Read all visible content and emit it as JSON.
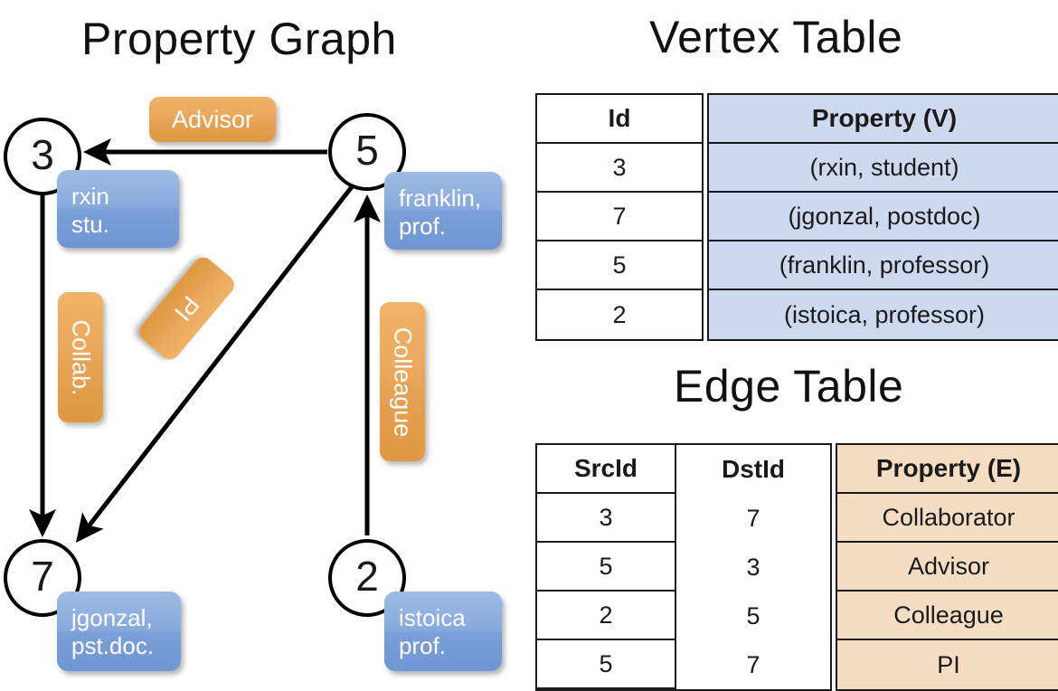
{
  "titles": {
    "property_graph": "Property Graph",
    "vertex_table": "Vertex Table",
    "edge_table": "Edge Table"
  },
  "graph": {
    "nodes": [
      {
        "id": "3",
        "prop_lines": [
          "rxin",
          "stu."
        ]
      },
      {
        "id": "5",
        "prop_lines": [
          "franklin,",
          "prof."
        ]
      },
      {
        "id": "7",
        "prop_lines": [
          "jgonzal,",
          "pst.doc."
        ]
      },
      {
        "id": "2",
        "prop_lines": [
          "istoica",
          "prof."
        ]
      }
    ],
    "edge_labels": {
      "advisor": "Advisor",
      "collab": "Collab.",
      "pi": "PI",
      "colleague": "Colleague"
    },
    "colors": {
      "node_stroke": "#000000",
      "vertex_box": "#7a9fd8",
      "edge_box": "#e6a254",
      "arrow": "#000000"
    }
  },
  "vertex_table": {
    "headers": [
      "Id",
      "Property (V)"
    ],
    "rows": [
      {
        "id": "3",
        "property": "(rxin, student)"
      },
      {
        "id": "7",
        "property": "(jgonzal, postdoc)"
      },
      {
        "id": "5",
        "property": "(franklin, professor)"
      },
      {
        "id": "2",
        "property": "(istoica, professor)"
      }
    ],
    "header_fill": "#ccd9ef",
    "body_fill": "#ccd9ef"
  },
  "edge_table": {
    "headers": [
      "SrcId",
      "DstId",
      "Property (E)"
    ],
    "rows": [
      {
        "src": "3",
        "dst": "7",
        "property": "Collaborator"
      },
      {
        "src": "5",
        "dst": "3",
        "property": "Advisor"
      },
      {
        "src": "2",
        "dst": "5",
        "property": "Colleague"
      },
      {
        "src": "5",
        "dst": "7",
        "property": "PI"
      }
    ],
    "header_fill": "#f5ddc3",
    "body_fill": "#f5ddc3"
  }
}
